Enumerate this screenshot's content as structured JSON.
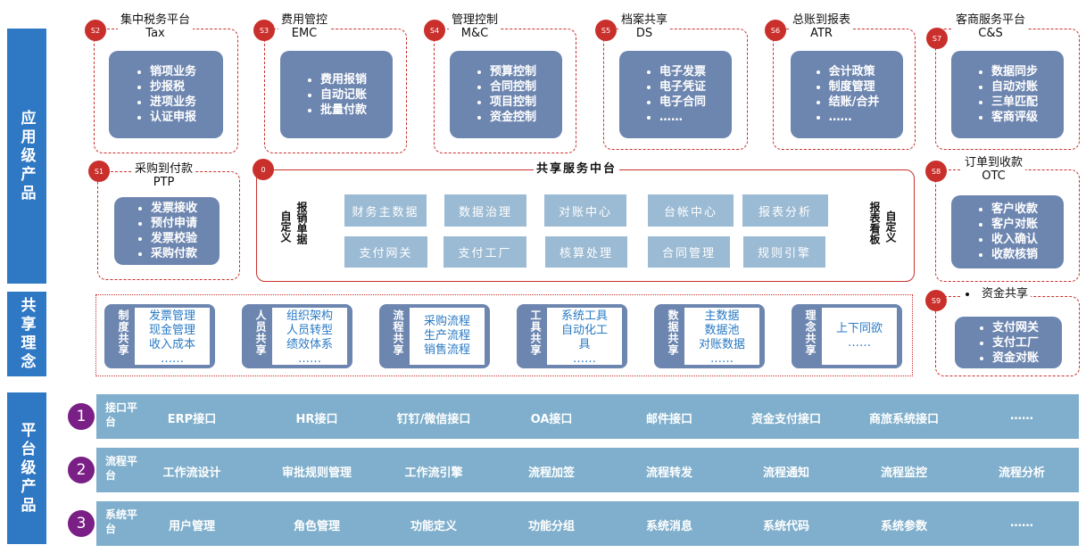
{
  "side_labels": {
    "app": "应用级产品",
    "share": "共享理念",
    "platform": "平台级产品"
  },
  "modules": [
    {
      "badge": "S2",
      "title": "集中税务平台",
      "subtitle": "Tax",
      "items": [
        "销项业务",
        "抄报税",
        "进项业务",
        "认证申报"
      ]
    },
    {
      "badge": "S3",
      "title": "费用管控",
      "subtitle": "EMC",
      "items": [
        "费用报销",
        "自动记账",
        "批量付款"
      ]
    },
    {
      "badge": "S4",
      "title": "管理控制",
      "subtitle": "M&C",
      "items": [
        "预算控制",
        "合同控制",
        "项目控制",
        "资金控制"
      ]
    },
    {
      "badge": "S5",
      "title": "档案共享",
      "subtitle": "DS",
      "items": [
        "电子发票",
        "电子凭证",
        "电子合同",
        "……"
      ]
    },
    {
      "badge": "S6",
      "title": "总账到报表",
      "subtitle": "ATR",
      "items": [
        "会计政策",
        "制度管理",
        "结账/合并",
        "……"
      ]
    },
    {
      "badge": "S7",
      "title": "客商服务平台",
      "subtitle": "C&S",
      "items": [
        "数据同步",
        "自动对账",
        "三单匹配",
        "客商评级"
      ]
    },
    {
      "badge": "S1",
      "title": "采购到付款",
      "subtitle": "PTP",
      "items": [
        "发票接收",
        "预付申请",
        "发票校验",
        "采购付款"
      ]
    },
    {
      "badge": "S8",
      "title": "订单到收款",
      "subtitle": "OTC",
      "items": [
        "客户收款",
        "客户对账",
        "收入确认",
        "收款核销"
      ]
    },
    {
      "badge": "S9",
      "title": "资金共享",
      "subtitle": "",
      "items": [
        "支付网关",
        "支付工厂",
        "资金对账"
      ]
    }
  ],
  "shared_center": {
    "badge": "0",
    "title": "共享服务中台",
    "left_v1": "自定义",
    "left_v2": "报销单据",
    "right_v1": "报表看板",
    "right_v2": "自定义",
    "row1": [
      "财务主数据",
      "数据治理",
      "对账中心",
      "台帐中心",
      "报表分析"
    ],
    "row2": [
      "支付网关",
      "支付工厂",
      "核算处理",
      "合同管理",
      "规则引擎"
    ]
  },
  "concepts": [
    {
      "label": "制度共享",
      "lines": [
        "发票管理",
        "现金管理",
        "收入成本",
        "……"
      ]
    },
    {
      "label": "人员共享",
      "lines": [
        "组织架构",
        "人员转型",
        "绩效体系",
        "……"
      ]
    },
    {
      "label": "流程共享",
      "lines": [
        "采购流程",
        "生产流程",
        "销售流程"
      ]
    },
    {
      "label": "工具共享",
      "lines": [
        "系统工具",
        "自动化工",
        "具",
        "……"
      ]
    },
    {
      "label": "数据共享",
      "lines": [
        "主数据",
        "数据池",
        "对账数据",
        "……"
      ]
    },
    {
      "label": "理念共享",
      "lines": [
        "上下同欲",
        "……"
      ]
    }
  ],
  "platform": [
    {
      "num": "1",
      "label": "接口平台",
      "items": [
        "ERP接口",
        "HR接口",
        "钉钉/微信接口",
        "OA接口",
        "邮件接口",
        "资金支付接口",
        "商旅系统接口",
        "……"
      ]
    },
    {
      "num": "2",
      "label": "流程平台",
      "items": [
        "工作流设计",
        "审批规则管理",
        "工作流引擎",
        "流程加签",
        "流程转发",
        "流程通知",
        "流程监控",
        "流程分析"
      ]
    },
    {
      "num": "3",
      "label": "系统平台",
      "items": [
        "用户管理",
        "角色管理",
        "功能定义",
        "功能分组",
        "系统消息",
        "系统代码",
        "系统参数",
        "……"
      ]
    }
  ]
}
